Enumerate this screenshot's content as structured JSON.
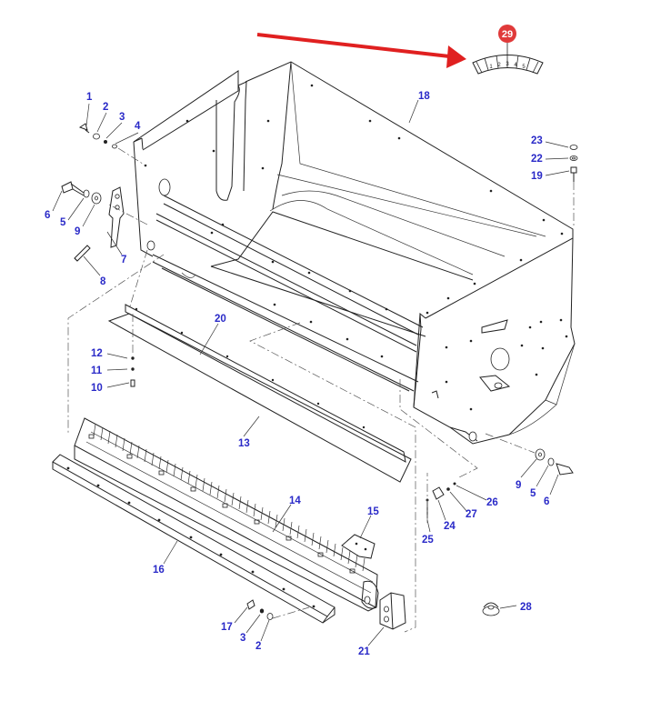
{
  "colors": {
    "label": "#2a2ac8",
    "arrow": "#e02020",
    "badge": "#e03a3a",
    "line": "#222222"
  },
  "badge": {
    "number": "29",
    "ticks": [
      "1",
      "2",
      "3",
      "4",
      "5"
    ]
  },
  "callouts": [
    {
      "id": "c1",
      "text": "1"
    },
    {
      "id": "c2",
      "text": "2"
    },
    {
      "id": "c3",
      "text": "3"
    },
    {
      "id": "c4",
      "text": "4"
    },
    {
      "id": "c6a",
      "text": "6"
    },
    {
      "id": "c5a",
      "text": "5"
    },
    {
      "id": "c9a",
      "text": "9"
    },
    {
      "id": "c7",
      "text": "7"
    },
    {
      "id": "c8",
      "text": "8"
    },
    {
      "id": "c18",
      "text": "18"
    },
    {
      "id": "c23",
      "text": "23"
    },
    {
      "id": "c22",
      "text": "22"
    },
    {
      "id": "c19",
      "text": "19"
    },
    {
      "id": "c20",
      "text": "20"
    },
    {
      "id": "c12",
      "text": "12"
    },
    {
      "id": "c11",
      "text": "11"
    },
    {
      "id": "c10",
      "text": "10"
    },
    {
      "id": "c13",
      "text": "13"
    },
    {
      "id": "c9b",
      "text": "9"
    },
    {
      "id": "c5b",
      "text": "5"
    },
    {
      "id": "c6b",
      "text": "6"
    },
    {
      "id": "c26",
      "text": "26"
    },
    {
      "id": "c27",
      "text": "27"
    },
    {
      "id": "c24",
      "text": "24"
    },
    {
      "id": "c25",
      "text": "25"
    },
    {
      "id": "c14",
      "text": "14"
    },
    {
      "id": "c15",
      "text": "15"
    },
    {
      "id": "c16",
      "text": "16"
    },
    {
      "id": "c17",
      "text": "17"
    },
    {
      "id": "c3b",
      "text": "3"
    },
    {
      "id": "c2b",
      "text": "2"
    },
    {
      "id": "c21",
      "text": "21"
    },
    {
      "id": "c28",
      "text": "28"
    }
  ]
}
